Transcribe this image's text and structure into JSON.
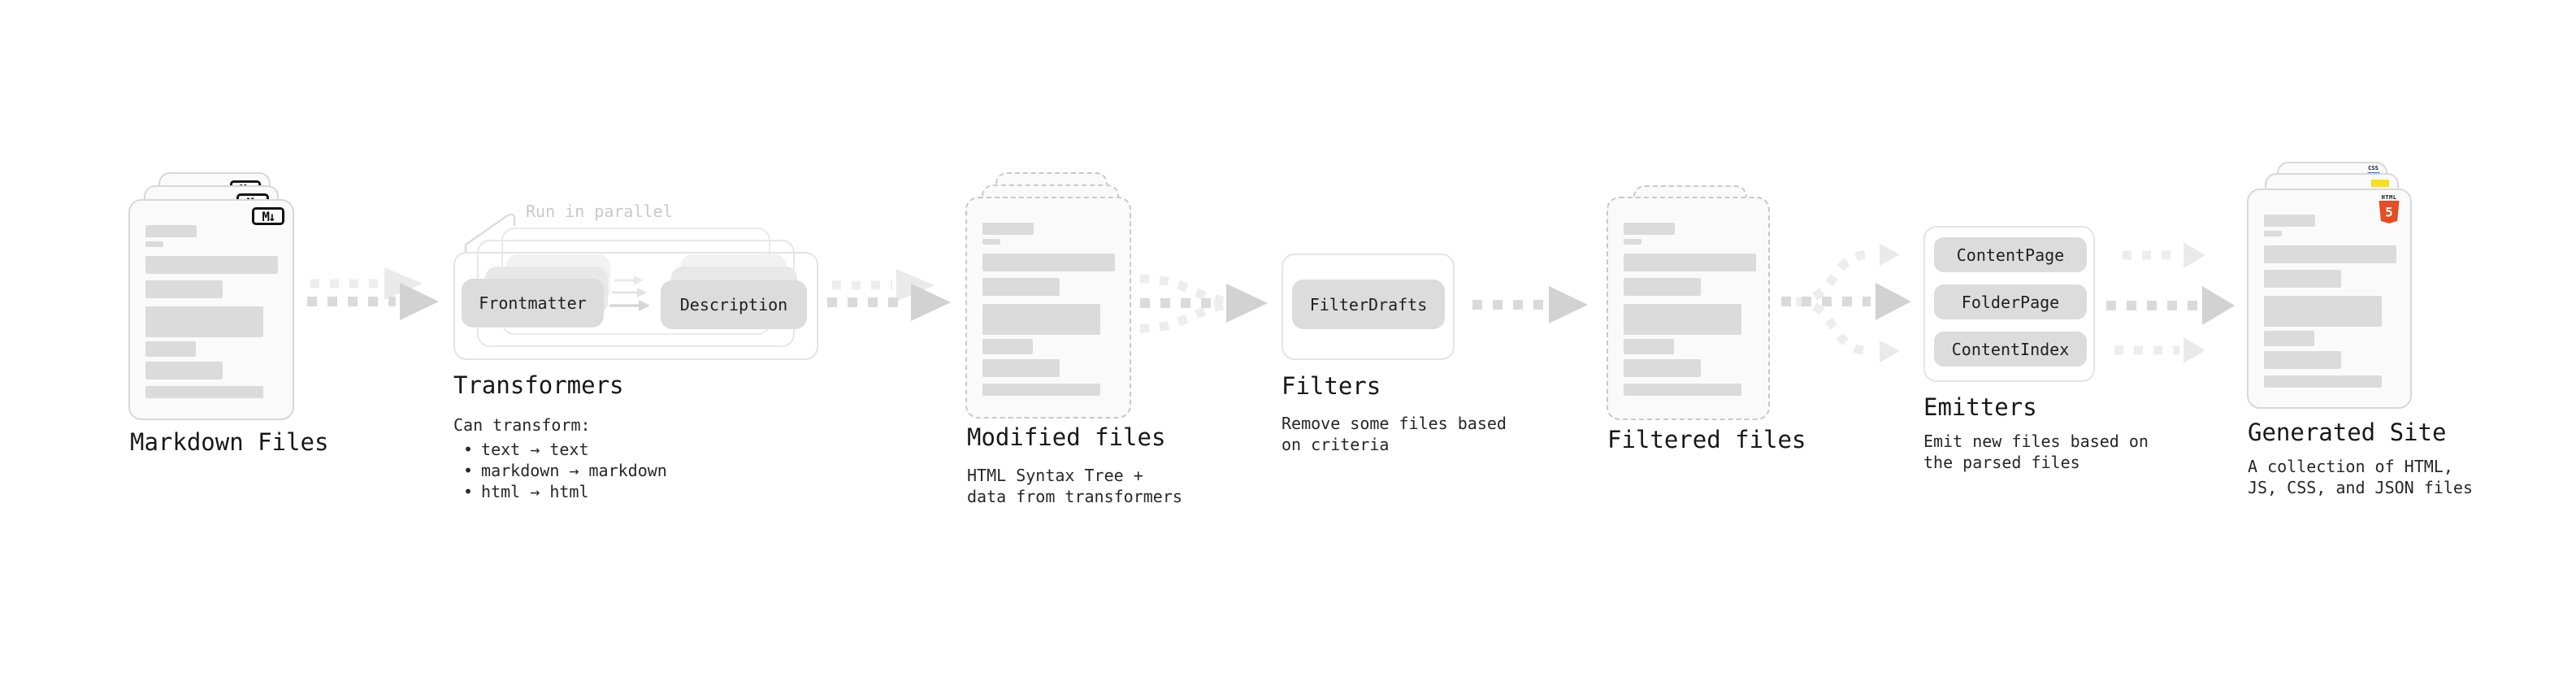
{
  "colors": {
    "card_bg": "#fafafa",
    "card_border": "#d8d8d8",
    "dashed_border": "#c9c9c9",
    "bar": "#dbdbdb",
    "pill_bg": "#dcdcdc",
    "pill_echo1": "#e8e8e8",
    "pill_echo2": "#f2f2f2",
    "box_border": "#e4e4e4",
    "arrow_dark": "#dadada",
    "arrow_dark_head": "#d2d2d2",
    "arrow_light": "#ededed",
    "arrow_light_head": "#eaeaea",
    "heading": "#18181b",
    "body": "#27272a",
    "muted": "#c9c9c9",
    "html5_orange": "#e44d26",
    "js_yellow": "#f7df1e",
    "css_blue": "#2965f1",
    "md_icon_black": "#111111"
  },
  "ui": {
    "bullet": "•"
  },
  "stages": {
    "markdown": {
      "title": "Markdown Files",
      "icon_label": "M↓"
    },
    "transformers": {
      "title": "Transformers",
      "annotation": "Run in parallel",
      "pill_a": "Frontmatter",
      "pill_b": "Description",
      "desc": "Can transform:",
      "bullets": [
        "text → text",
        "markdown → markdown",
        "html → html"
      ]
    },
    "modified": {
      "title": "Modified files",
      "sub": [
        "HTML Syntax Tree +",
        "data from transformers"
      ]
    },
    "filters": {
      "title": "Filters",
      "pill": "FilterDrafts",
      "sub": [
        "Remove some files based",
        "on criteria"
      ]
    },
    "filtered": {
      "title": "Filtered files"
    },
    "emitters": {
      "title": "Emitters",
      "pills": [
        "ContentPage",
        "FolderPage",
        "ContentIndex"
      ],
      "sub": [
        "Emit new files based on",
        "the parsed files"
      ]
    },
    "generated": {
      "title": "Generated Site",
      "sub": [
        "A collection of HTML,",
        "JS, CSS, and JSON files"
      ],
      "html5": {
        "word": "HTML",
        "num": "5"
      },
      "css_word": "CSS"
    }
  }
}
